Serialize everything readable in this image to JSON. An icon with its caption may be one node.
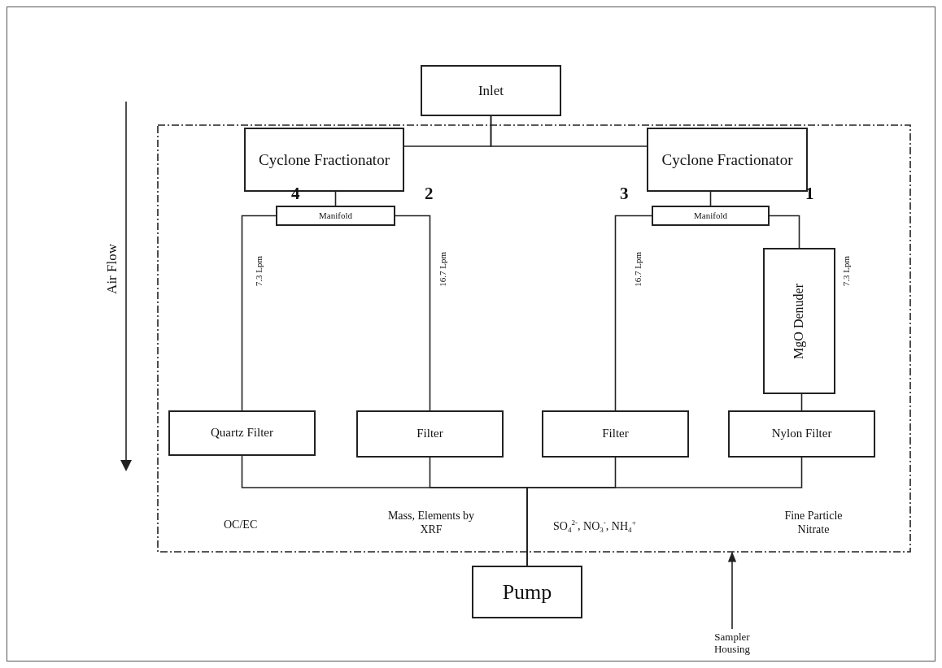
{
  "diagram": {
    "nodes": [
      {
        "text": [
          "Inlet"
        ]
      },
      {
        "text": [],
        "shape": "box"
      },
      {
        "text": [
          "Cyclone Fractionator"
        ],
        "in": 1
      },
      {
        "text": [
          "Cyclone Fractionator"
        ],
        "in": 1
      },
      {
        "text": [
          "Manifold"
        ],
        "in": 1
      },
      {
        "text": [
          "Manifold"
        ],
        "in": 1
      },
      {
        "text": [
          "MgO Denuder"
        ],
        "in": 1
      },
      {
        "text": [
          "Quartz Filter"
        ],
        "in": 1
      },
      {
        "text": [
          "Filter"
        ],
        "in": 1
      },
      {
        "text": [
          "Filter"
        ],
        "in": 1
      },
      {
        "text": [
          "Nylon Filter"
        ],
        "in": 1
      },
      {
        "text": [
          "Pump"
        ]
      },
      {
        "text": [
          "Sampler Housing"
        ]
      }
    ],
    "edges": [
      {
        "from": 0,
        "to": 2,
        "arrow": "none"
      },
      {
        "from": 0,
        "to": 3,
        "arrow": "none"
      },
      {
        "from": 2,
        "to": 4,
        "arrow": "none"
      },
      {
        "from": 3,
        "to": 5,
        "arrow": "none"
      },
      {
        "from": 4,
        "to": 7,
        "arrow": "none"
      },
      {
        "from": 4,
        "to": 8,
        "arrow": "none"
      },
      {
        "from": 5,
        "to": 9,
        "arrow": "none"
      },
      {
        "from": 5,
        "to": 6,
        "arrow": "none"
      },
      {
        "from": 6,
        "to": 10,
        "arrow": "none"
      },
      {
        "from": 7,
        "to": 11,
        "arrow": "none"
      },
      {
        "from": 8,
        "to": 11,
        "arrow": "none"
      },
      {
        "from": 9,
        "to": 11,
        "arrow": "none"
      },
      {
        "from": 10,
        "to": 11,
        "arrow": "none"
      },
      {
        "from": 12,
        "to": 1,
        "arrow": "to"
      }
    ],
    "labels": [
      "Air Flow",
      "4",
      "2",
      "3",
      "1",
      "7.3 Lpm",
      "16.7 Lpm",
      "16.7 Lpm",
      "7.3 Lpm",
      "OC/EC",
      "Mass, Elements by XRF",
      "SO$_{4}$$^{2-}$, NO$_{3}$$^{-}$, NH$_{4}$$^{+}$",
      "Fine Particle Nitrate"
    ]
  }
}
